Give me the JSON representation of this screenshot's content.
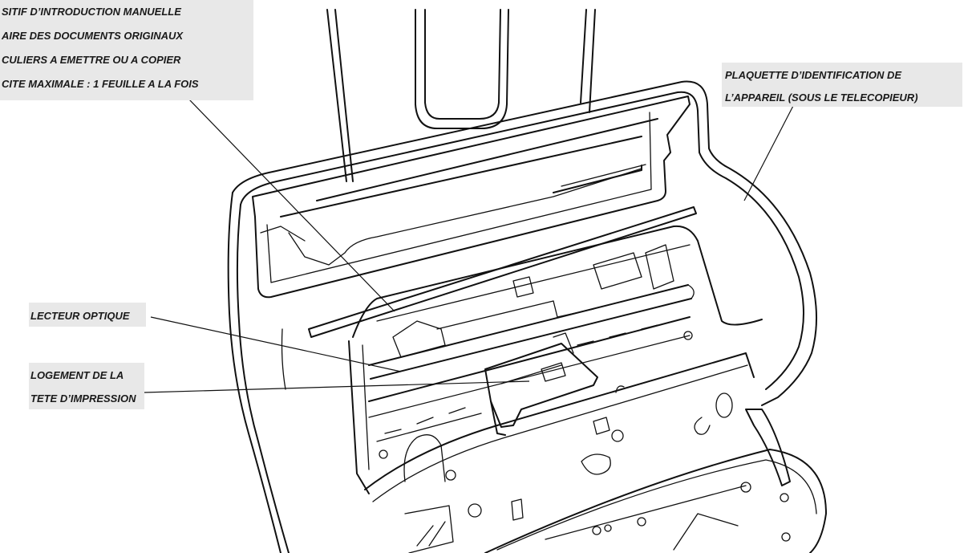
{
  "callouts": {
    "manual_feed": {
      "lines": [
        "SITIF D’INTRODUCTION MANUELLE",
        "AIRE DES DOCUMENTS ORIGINAUX",
        "CULIERS A EMETTRE OU A COPIER",
        "CITE MAXIMALE : 1 FEUILLE A LA FOIS"
      ]
    },
    "id_plate": {
      "lines": [
        "PLAQUETTE D’IDENTIFICATION DE",
        "L’APPAREIL (SOUS LE TELECOPIEUR)"
      ]
    },
    "optical_reader": {
      "lines": [
        "LECTEUR OPTIQUE"
      ]
    },
    "print_head": {
      "lines": [
        "LOGEMENT DE LA",
        "TETE D’IMPRESSION"
      ]
    }
  },
  "colors": {
    "label_background": "#e8e8e8",
    "ink": "#111111"
  }
}
